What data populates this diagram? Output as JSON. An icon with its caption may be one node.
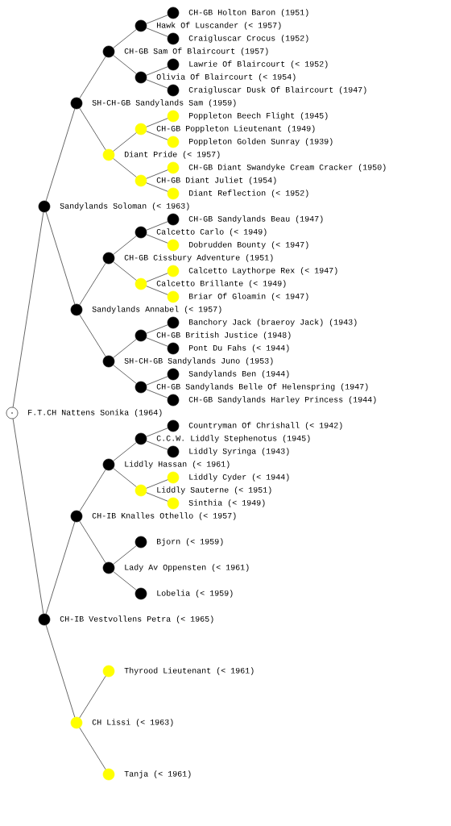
{
  "diagram": {
    "nodes": [
      {
        "text": [
          "CH-GB Holton Baron (1951)"
        ]
      },
      {
        "text": [
          "Hawk Of Luscander (< 1957)"
        ]
      },
      {
        "text": [
          "Craigluscar Crocus (1952)"
        ]
      },
      {
        "text": [
          "CH-GB Sam Of Blaircourt (1957)"
        ]
      },
      {
        "text": [
          "Lawrie Of Blaircourt (< 1952)"
        ]
      },
      {
        "text": [
          "Olivia Of Blaircourt (< 1954)"
        ]
      },
      {
        "text": [
          "Craigluscar Dusk Of Blaircourt (1947)"
        ]
      },
      {
        "text": [
          "SH-CH-GB Sandylands Sam (1959)"
        ]
      },
      {
        "text": [
          "Poppleton Beech Flight (1945)"
        ]
      },
      {
        "text": [
          "CH-GB Poppleton Lieutenant (1949)"
        ]
      },
      {
        "text": [
          "Poppleton Golden Sunray (1939)"
        ]
      },
      {
        "text": [
          "Diant Pride (< 1957)"
        ]
      },
      {
        "text": [
          "CH-GB Diant Swandyke Cream Cracker (1950)"
        ]
      },
      {
        "text": [
          "CH-GB Diant Juliet (1954)"
        ]
      },
      {
        "text": [
          "Diant Reflection (< 1952)"
        ]
      },
      {
        "text": [
          "Sandylands Soloman (< 1963)"
        ]
      },
      {
        "text": [
          "CH-GB Sandylands Beau (1947)"
        ]
      },
      {
        "text": [
          "Calcetto Carlo (< 1949)"
        ]
      },
      {
        "text": [
          "Dobrudden Bounty (< 1947)"
        ]
      },
      {
        "text": [
          "CH-GB Cissbury Adventure (1951)"
        ]
      },
      {
        "text": [
          "Calcetto Laythorpe Rex (< 1947)"
        ]
      },
      {
        "text": [
          "Calcetto Brillante (< 1949)"
        ]
      },
      {
        "text": [
          "Briar Of Gloamin (< 1947)"
        ]
      },
      {
        "text": [
          "Sandylands Annabel (< 1957)"
        ]
      },
      {
        "text": [
          "Banchory Jack (braeroy Jack) (1943)"
        ]
      },
      {
        "text": [
          "CH-GB British Justice (1948)"
        ]
      },
      {
        "text": [
          "Pont Du Fahs (< 1944)"
        ]
      },
      {
        "text": [
          "SH-CH-GB Sandylands Juno (1953)"
        ]
      },
      {
        "text": [
          "Sandylands Ben (1944)"
        ]
      },
      {
        "text": [
          "CH-GB Sandylands Belle Of Helenspring (1947)"
        ]
      },
      {
        "text": [
          "CH-GB Sandylands Harley Princess (1944)"
        ]
      },
      {
        "text": [
          "F.T.CH Nattens Sonika (1964)"
        ]
      },
      {
        "text": [
          "Countryman Of Chrishall (< 1942)"
        ]
      },
      {
        "text": [
          "C.C.W. Liddly Stephenotus (1945)"
        ]
      },
      {
        "text": [
          "Liddly Syringa (1943)"
        ]
      },
      {
        "text": [
          "Liddly Hassan (< 1961)"
        ]
      },
      {
        "text": [
          "Liddly Cyder (< 1944)"
        ]
      },
      {
        "text": [
          "Liddly Sauterne (< 1951)"
        ]
      },
      {
        "text": [
          "Sinthia (< 1949)"
        ]
      },
      {
        "text": [
          "CH-IB Knalles Othello (< 1957)"
        ]
      },
      {
        "text": [
          "Bjorn (< 1959)"
        ]
      },
      {
        "text": [
          "Lady Av Oppensten (< 1961)"
        ]
      },
      {
        "text": [
          "Lobelia (< 1959)"
        ]
      },
      {
        "text": [
          "CH-IB Vestvollens Petra (< 1965)"
        ]
      },
      {
        "text": [
          "Thyrood Lieutenant (< 1961)"
        ]
      },
      {
        "text": [
          "CH Lissi (< 1963)"
        ]
      },
      {
        "text": [
          "Tanja (< 1961)"
        ]
      }
    ],
    "edges": [
      {
        "from": 31,
        "to": 15,
        "arrow": "none"
      },
      {
        "from": 31,
        "to": 43,
        "arrow": "none"
      },
      {
        "from": 15,
        "to": 7,
        "arrow": "none"
      },
      {
        "from": 15,
        "to": 23,
        "arrow": "none"
      },
      {
        "from": 7,
        "to": 3,
        "arrow": "none"
      },
      {
        "from": 7,
        "to": 11,
        "arrow": "none"
      },
      {
        "from": 3,
        "to": 1,
        "arrow": "none"
      },
      {
        "from": 3,
        "to": 5,
        "arrow": "none"
      },
      {
        "from": 1,
        "to": 0,
        "arrow": "none"
      },
      {
        "from": 1,
        "to": 2,
        "arrow": "none"
      },
      {
        "from": 5,
        "to": 4,
        "arrow": "none"
      },
      {
        "from": 5,
        "to": 6,
        "arrow": "none"
      },
      {
        "from": 11,
        "to": 9,
        "arrow": "none"
      },
      {
        "from": 11,
        "to": 13,
        "arrow": "none"
      },
      {
        "from": 9,
        "to": 8,
        "arrow": "none"
      },
      {
        "from": 9,
        "to": 10,
        "arrow": "none"
      },
      {
        "from": 13,
        "to": 12,
        "arrow": "none"
      },
      {
        "from": 13,
        "to": 14,
        "arrow": "none"
      },
      {
        "from": 23,
        "to": 19,
        "arrow": "none"
      },
      {
        "from": 23,
        "to": 27,
        "arrow": "none"
      },
      {
        "from": 19,
        "to": 17,
        "arrow": "none"
      },
      {
        "from": 19,
        "to": 21,
        "arrow": "none"
      },
      {
        "from": 17,
        "to": 16,
        "arrow": "none"
      },
      {
        "from": 17,
        "to": 18,
        "arrow": "none"
      },
      {
        "from": 21,
        "to": 20,
        "arrow": "none"
      },
      {
        "from": 21,
        "to": 22,
        "arrow": "none"
      },
      {
        "from": 27,
        "to": 25,
        "arrow": "none"
      },
      {
        "from": 27,
        "to": 29,
        "arrow": "none"
      },
      {
        "from": 25,
        "to": 24,
        "arrow": "none"
      },
      {
        "from": 25,
        "to": 26,
        "arrow": "none"
      },
      {
        "from": 29,
        "to": 28,
        "arrow": "none"
      },
      {
        "from": 29,
        "to": 30,
        "arrow": "none"
      },
      {
        "from": 43,
        "to": 39,
        "arrow": "none"
      },
      {
        "from": 43,
        "to": 45,
        "arrow": "none"
      },
      {
        "from": 39,
        "to": 35,
        "arrow": "none"
      },
      {
        "from": 39,
        "to": 41,
        "arrow": "none"
      },
      {
        "from": 35,
        "to": 33,
        "arrow": "none"
      },
      {
        "from": 35,
        "to": 37,
        "arrow": "none"
      },
      {
        "from": 33,
        "to": 32,
        "arrow": "none"
      },
      {
        "from": 33,
        "to": 34,
        "arrow": "none"
      },
      {
        "from": 37,
        "to": 36,
        "arrow": "none"
      },
      {
        "from": 37,
        "to": 38,
        "arrow": "none"
      },
      {
        "from": 41,
        "to": 40,
        "arrow": "none"
      },
      {
        "from": 41,
        "to": 42,
        "arrow": "none"
      },
      {
        "from": 45,
        "to": 44,
        "arrow": "none"
      },
      {
        "from": 45,
        "to": 46,
        "arrow": "none"
      }
    ]
  }
}
